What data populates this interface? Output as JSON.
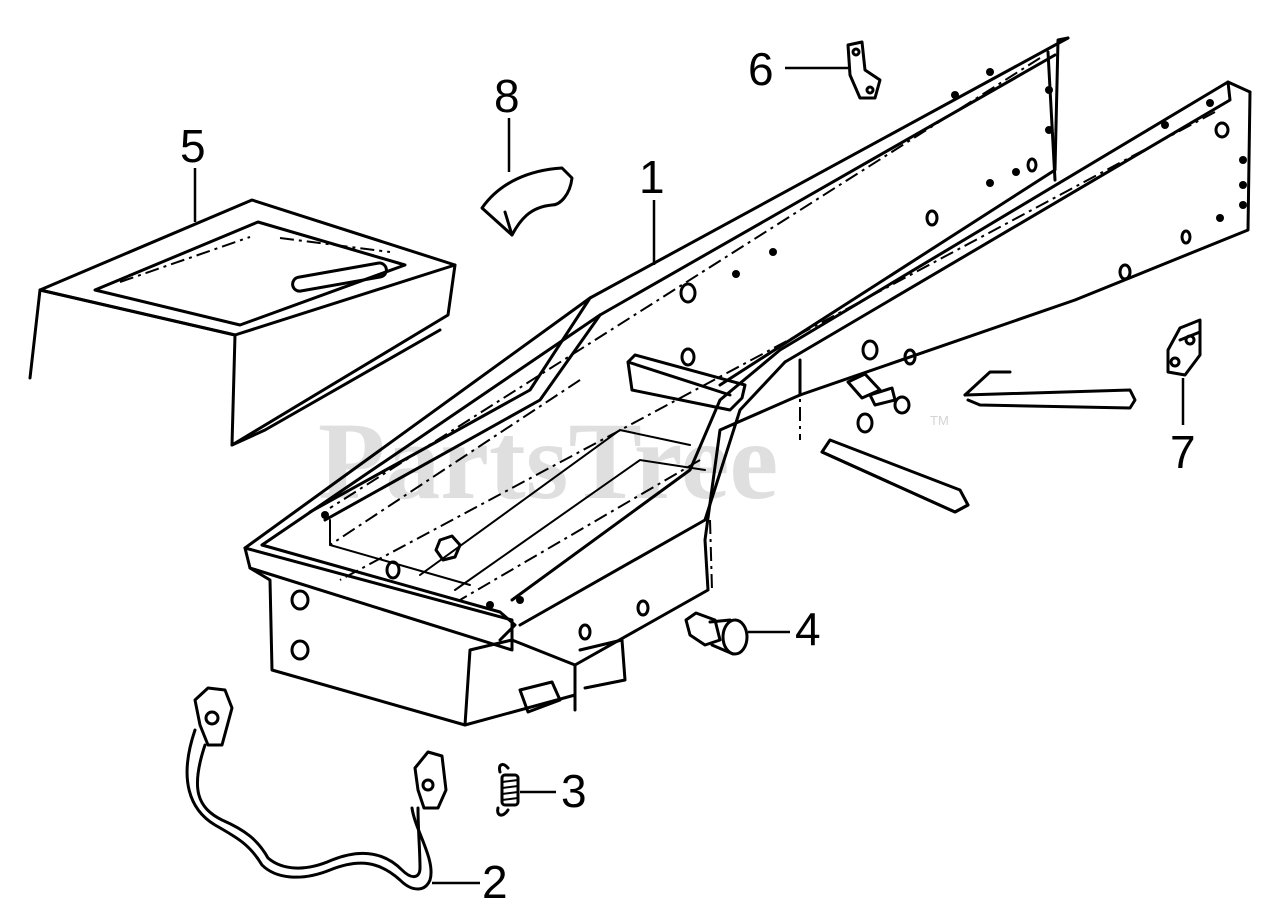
{
  "watermark": {
    "text": "PartsTree",
    "trademark": "TM"
  },
  "callouts": [
    "1",
    "2",
    "3",
    "4",
    "5",
    "6",
    "7",
    "8"
  ],
  "colors": {
    "line": "#000000",
    "background": "#ffffff",
    "watermark": "#d4d4d4"
  }
}
